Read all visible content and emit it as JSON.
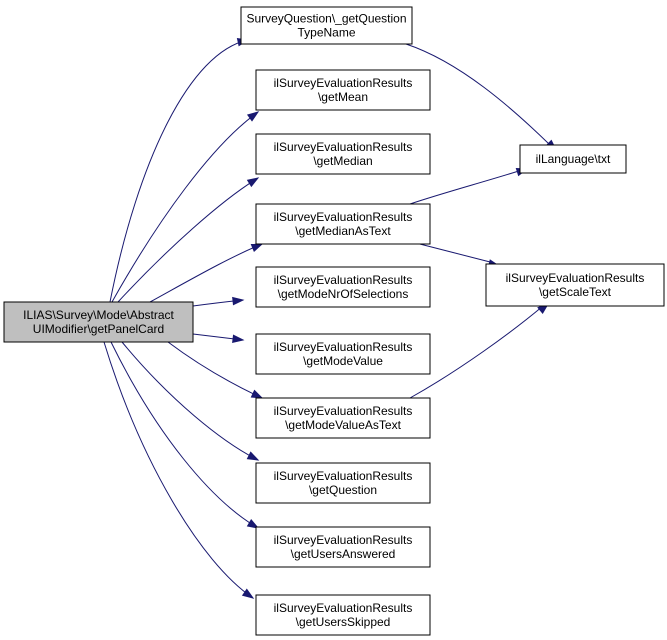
{
  "diagram": {
    "type": "call-graph",
    "edge_color": "#191970",
    "root_fill": "#bfbfbf",
    "node_fill": "#ffffff",
    "nodes": [
      {
        "id": "root",
        "lines": [
          "ILIAS\\Survey\\Mode\\Abstract",
          "UIModifier\\getPanelCard"
        ]
      },
      {
        "id": "sq_type",
        "lines": [
          "SurveyQuestion\\_getQuestion",
          "TypeName"
        ]
      },
      {
        "id": "mean",
        "lines": [
          "ilSurveyEvaluationResults",
          "\\getMean"
        ]
      },
      {
        "id": "median",
        "lines": [
          "ilSurveyEvaluationResults",
          "\\getMedian"
        ]
      },
      {
        "id": "median_text",
        "lines": [
          "ilSurveyEvaluationResults",
          "\\getMedianAsText"
        ]
      },
      {
        "id": "mode_nr",
        "lines": [
          "ilSurveyEvaluationResults",
          "\\getModeNrOfSelections"
        ]
      },
      {
        "id": "mode_value",
        "lines": [
          "ilSurveyEvaluationResults",
          "\\getModeValue"
        ]
      },
      {
        "id": "mode_value_text",
        "lines": [
          "ilSurveyEvaluationResults",
          "\\getModeValueAsText"
        ]
      },
      {
        "id": "question",
        "lines": [
          "ilSurveyEvaluationResults",
          "\\getQuestion"
        ]
      },
      {
        "id": "users_answered",
        "lines": [
          "ilSurveyEvaluationResults",
          "\\getUsersAnswered"
        ]
      },
      {
        "id": "users_skipped",
        "lines": [
          "ilSurveyEvaluationResults",
          "\\getUsersSkipped"
        ]
      },
      {
        "id": "language_txt",
        "lines": [
          "ilLanguage\\txt"
        ]
      },
      {
        "id": "scale_text",
        "lines": [
          "ilSurveyEvaluationResults",
          "\\getScaleText"
        ]
      }
    ],
    "edges": [
      {
        "from": "root",
        "to": "sq_type"
      },
      {
        "from": "root",
        "to": "mean"
      },
      {
        "from": "root",
        "to": "median"
      },
      {
        "from": "root",
        "to": "median_text"
      },
      {
        "from": "root",
        "to": "mode_nr"
      },
      {
        "from": "root",
        "to": "mode_value"
      },
      {
        "from": "root",
        "to": "mode_value_text"
      },
      {
        "from": "root",
        "to": "question"
      },
      {
        "from": "root",
        "to": "users_answered"
      },
      {
        "from": "root",
        "to": "users_skipped"
      },
      {
        "from": "sq_type",
        "to": "language_txt"
      },
      {
        "from": "median_text",
        "to": "language_txt"
      },
      {
        "from": "median_text",
        "to": "scale_text"
      },
      {
        "from": "mode_value_text",
        "to": "scale_text"
      }
    ]
  }
}
